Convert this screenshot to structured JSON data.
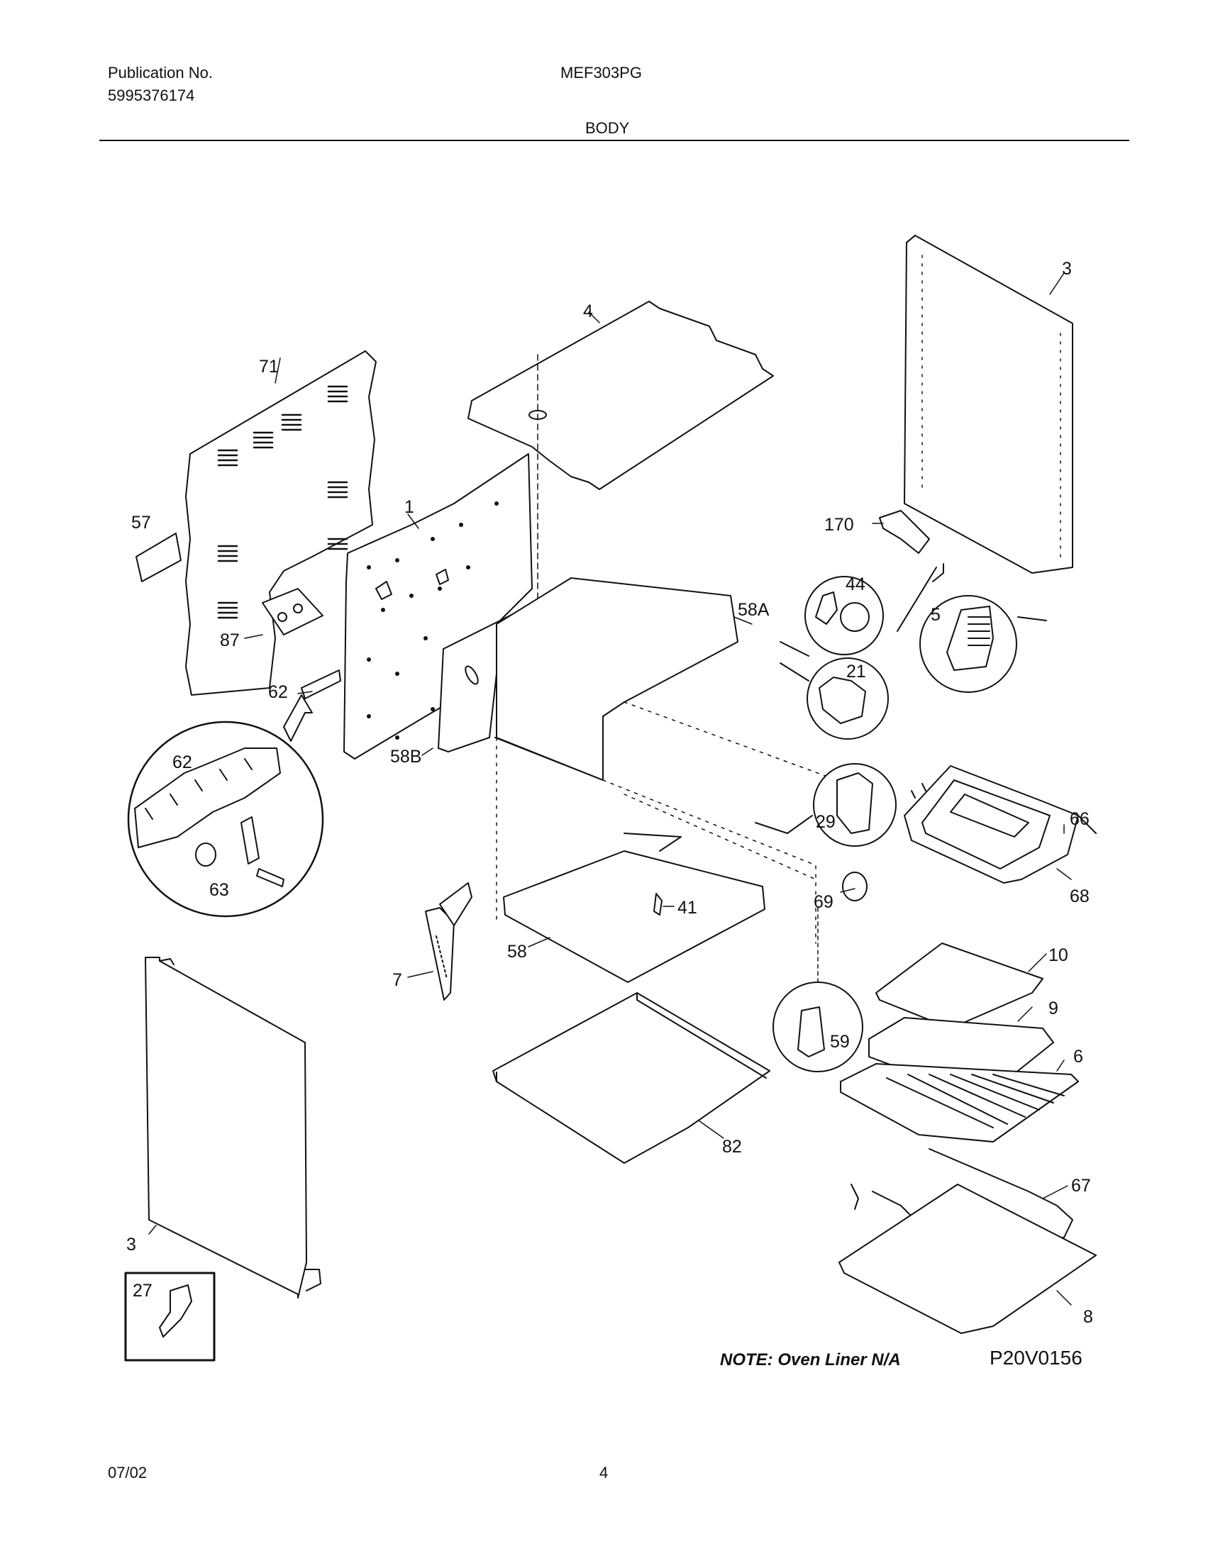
{
  "header": {
    "publication_label": "Publication No.",
    "publication_number": "5995376174",
    "model": "MEF303PG",
    "section": "BODY"
  },
  "footer": {
    "date": "07/02",
    "page": "4"
  },
  "diagram": {
    "note": "NOTE:  Oven Liner N/A",
    "code": "P20V0156",
    "labels": {
      "l1": "1",
      "l3_right": "3",
      "l3_left": "3",
      "l4": "4",
      "l5": "5",
      "l6": "6",
      "l7": "7",
      "l8": "8",
      "l9": "9",
      "l10": "10",
      "l21": "21",
      "l27": "27",
      "l29": "29",
      "l41": "41",
      "l44": "44",
      "l57": "57",
      "l58": "58",
      "l58a": "58A",
      "l58b": "58B",
      "l59": "59",
      "l62_top": "62",
      "l62_inset": "62",
      "l63": "63",
      "l66": "66",
      "l67": "67",
      "l68": "68",
      "l69": "69",
      "l71": "71",
      "l82": "82",
      "l87": "87",
      "l170": "170"
    }
  }
}
